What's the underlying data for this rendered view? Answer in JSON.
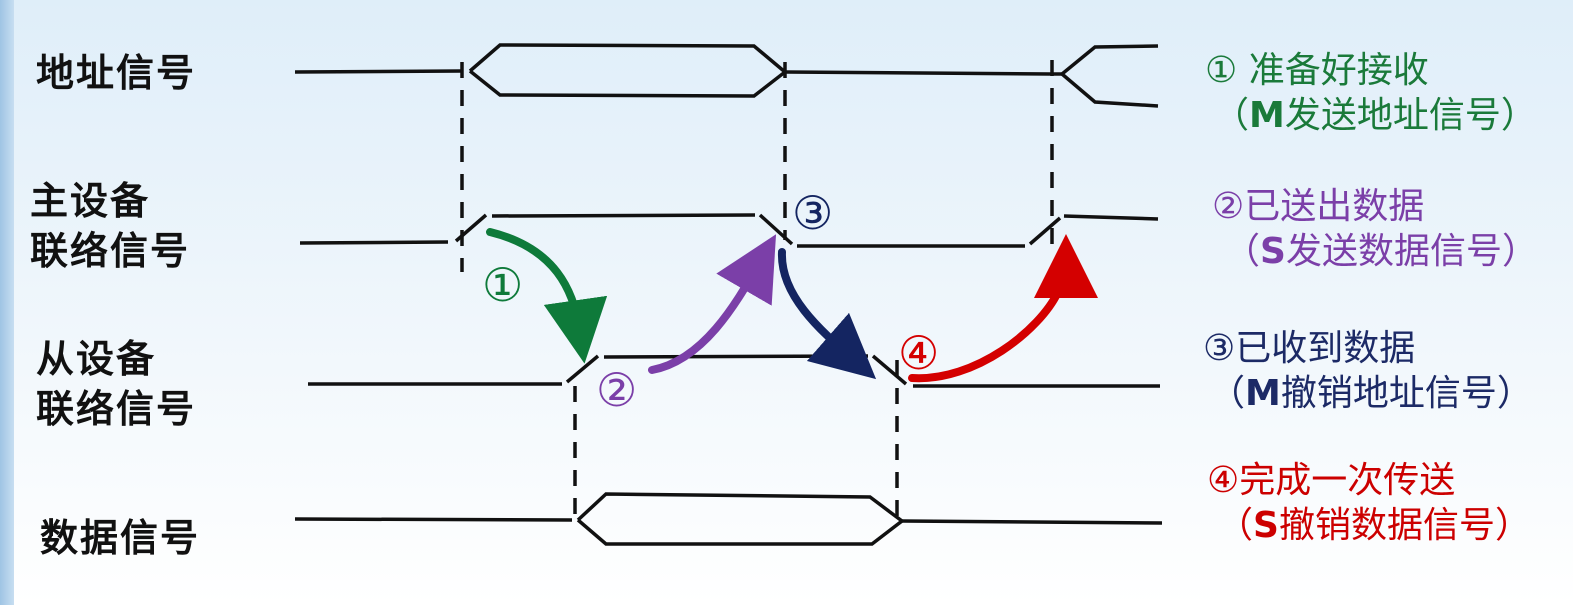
{
  "signals": {
    "address": "地址信号",
    "master_line1": "主设备",
    "master_line2": "联络信号",
    "slave_line1": "从设备",
    "slave_line2": "联络信号",
    "data": "数据信号"
  },
  "steps": {
    "s1": "①",
    "s2": "②",
    "s3": "③",
    "s4": "④"
  },
  "notes": {
    "n1": {
      "title": "① 准备好接收",
      "open": "（",
      "actor": "M",
      "text": "发送地址信号）",
      "color": "#1a7a3a"
    },
    "n2": {
      "title": "②已送出数据",
      "open": "（",
      "actor": "S",
      "text": "发送数据信号）",
      "color": "#7b3fa8"
    },
    "n3": {
      "title": "③已收到数据",
      "open": "（",
      "actor": "M",
      "text": "撤销地址信号）",
      "color": "#1c2a66"
    },
    "n4": {
      "title": "④完成一次传送",
      "open": "（",
      "actor": "S",
      "text": "撤销数据信号）",
      "color": "#cc0000"
    }
  },
  "colors": {
    "green": "#0e7a3a",
    "purple": "#7b3fa8",
    "navy": "#142561",
    "red": "#d40000"
  }
}
